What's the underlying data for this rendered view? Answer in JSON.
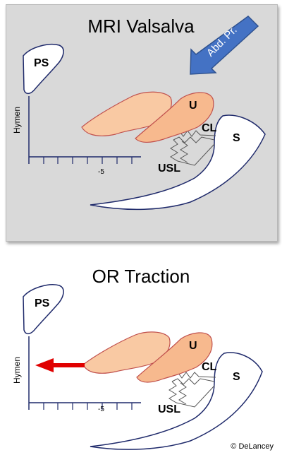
{
  "panels": [
    {
      "title": "MRI Valsalva",
      "labels": {
        "ps": "PS",
        "u": "U",
        "cl": "CL",
        "s": "S",
        "usl": "USL",
        "axis": "Hymen",
        "tick": "-5"
      },
      "arrow_label": "Abd. Pr."
    },
    {
      "title": "OR Traction",
      "labels": {
        "ps": "PS",
        "u": "U",
        "cl": "CL",
        "s": "S",
        "usl": "USL",
        "axis": "Hymen",
        "tick": "-5"
      }
    }
  ],
  "copyright": "© DeLancey",
  "colors": {
    "panel_bg": "#d9d9d9",
    "organ_fill": "#f9c9a3",
    "uterus_fill": "#f7b98e",
    "organ_stroke": "#c0504d",
    "bone_stroke": "#1f2a6b",
    "push_arrow": "#4472c4",
    "traction_arrow": "#e00000"
  }
}
